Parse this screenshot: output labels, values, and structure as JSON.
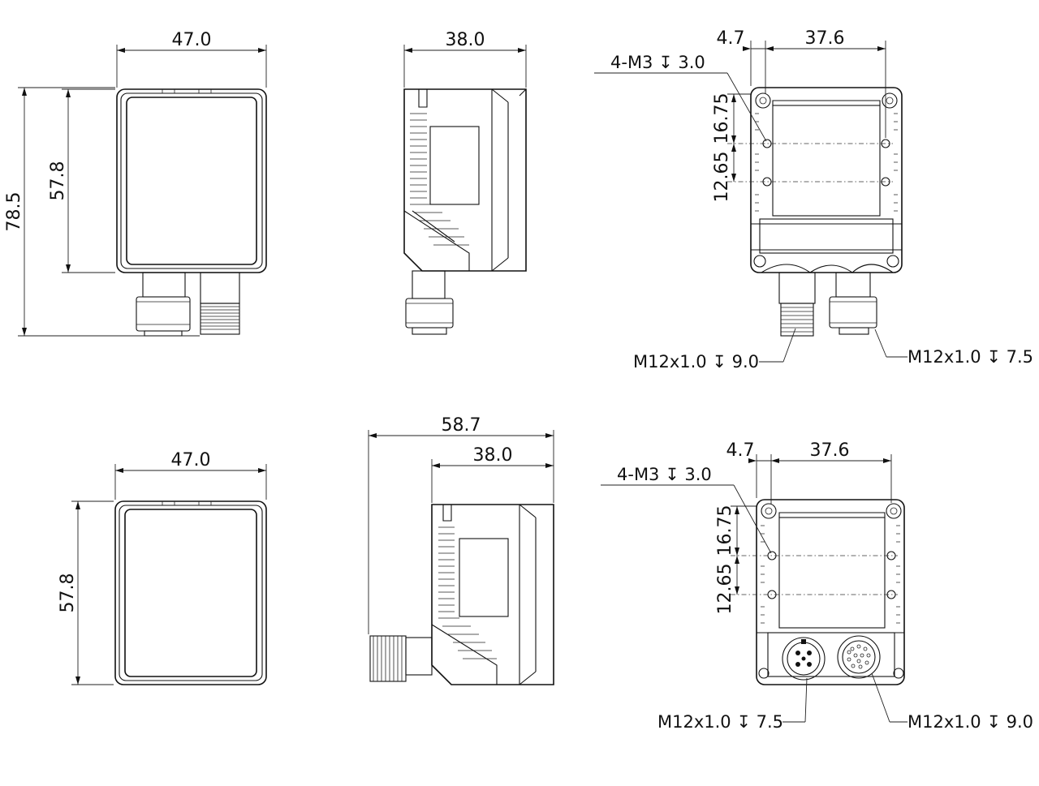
{
  "views": {
    "top_front": {
      "width_dim": "47.0",
      "housing_height_dim": "57.8",
      "total_height_dim": "78.5"
    },
    "top_side": {
      "depth_dim": "38.0"
    },
    "top_rear": {
      "offset_dim": "4.7",
      "hole_spacing_dim": "37.6",
      "hole_callout": "4-M3",
      "hole_depth": "3.0",
      "vert_dim_upper": "16.75",
      "vert_dim_lower": "12.65",
      "connector_left_callout": "M12x1.0",
      "connector_left_depth": "9.0",
      "connector_right_callout": "M12x1.0",
      "connector_right_depth": "7.5"
    },
    "bottom_front": {
      "width_dim": "47.0",
      "housing_height_dim": "57.8"
    },
    "bottom_side": {
      "overall_depth_dim": "58.7",
      "depth_dim": "38.0"
    },
    "bottom_rear": {
      "offset_dim": "4.7",
      "hole_spacing_dim": "37.6",
      "hole_callout": "4-M3",
      "hole_depth": "3.0",
      "vert_dim_upper": "16.75",
      "vert_dim_lower": "12.65",
      "connector_left_callout": "M12x1.0",
      "connector_left_depth": "7.5",
      "connector_right_callout": "M12x1.0",
      "connector_right_depth": "9.0"
    }
  },
  "colors": {
    "line": "#111111",
    "background": "#ffffff"
  },
  "icons": {
    "depth_symbol": "depth-arrow-icon"
  }
}
